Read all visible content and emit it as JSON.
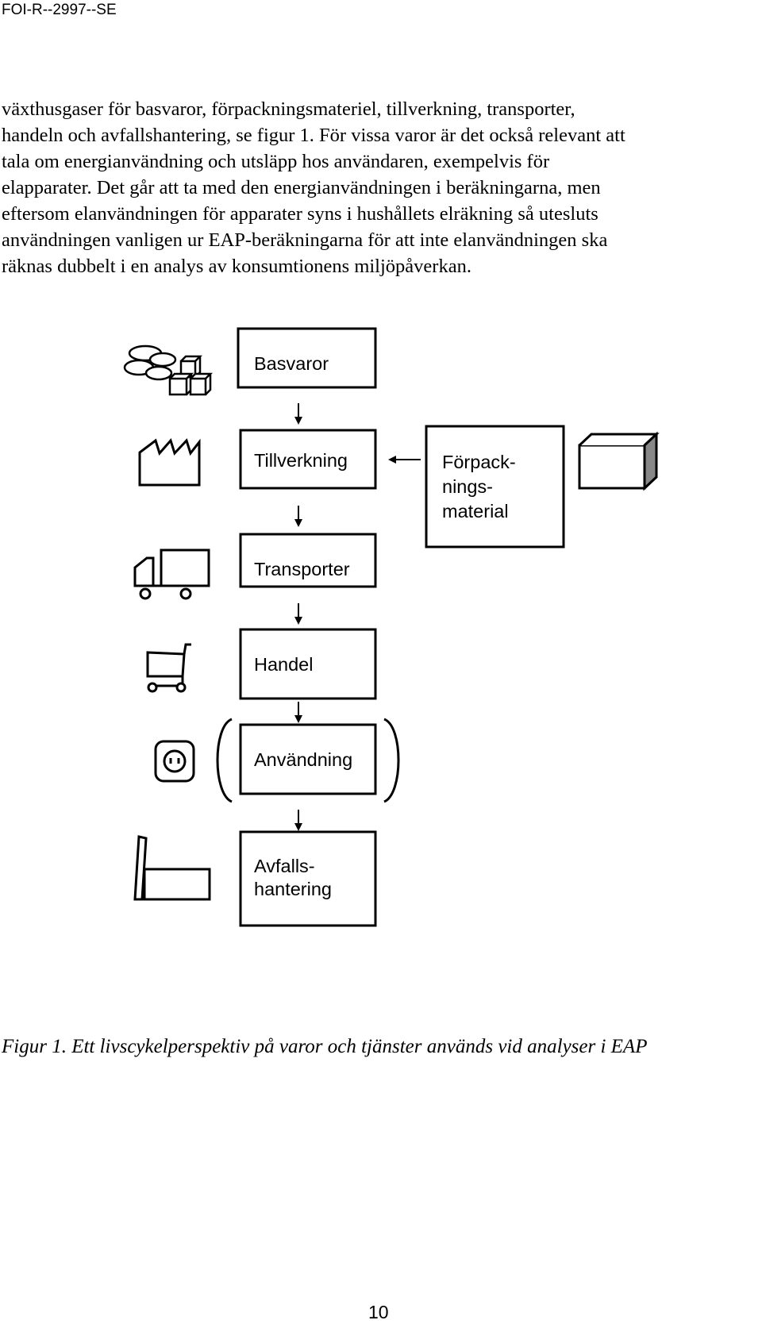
{
  "header": {
    "doc_id": "FOI-R--2997--SE"
  },
  "body": {
    "lines": [
      "växthusgaser för basvaror, förpackningsmateriel, tillverkning, transporter,",
      "handeln och avfallshantering, se figur 1. För vissa varor är det också relevant att",
      "tala om energianvändning och utsläpp hos användaren, exempelvis för",
      "elapparater. Det går att ta med den energianvändningen i beräkningarna, men",
      "eftersom elanvändningen för apparater syns i hushållets elräkning så utesluts",
      "användningen vanligen ur EAP-beräkningarna för att inte elanvändningen ska",
      "räknas dubbelt i en analys av konsumtionens miljöpåverkan."
    ]
  },
  "diagram": {
    "basvaror": [
      "Basvaror"
    ],
    "tillverkning": [
      "Tillverkning"
    ],
    "forpackning": [
      "Förpack-",
      "nings-",
      "material"
    ],
    "transporter": [
      "Transporter"
    ],
    "handel": [
      "Handel"
    ],
    "anvandning": [
      "Användning"
    ],
    "avfall": [
      "Avfalls-",
      "hantering"
    ],
    "icons": [
      "stones-and-boxes-icon",
      "factory-icon",
      "package-box-icon",
      "truck-icon",
      "shopping-cart-icon",
      "power-outlet-icon",
      "waste-plant-icon"
    ]
  },
  "caption": "Figur 1. Ett livscykelperspektiv på varor och tjänster används vid analyser i EAP",
  "page_number": "10"
}
